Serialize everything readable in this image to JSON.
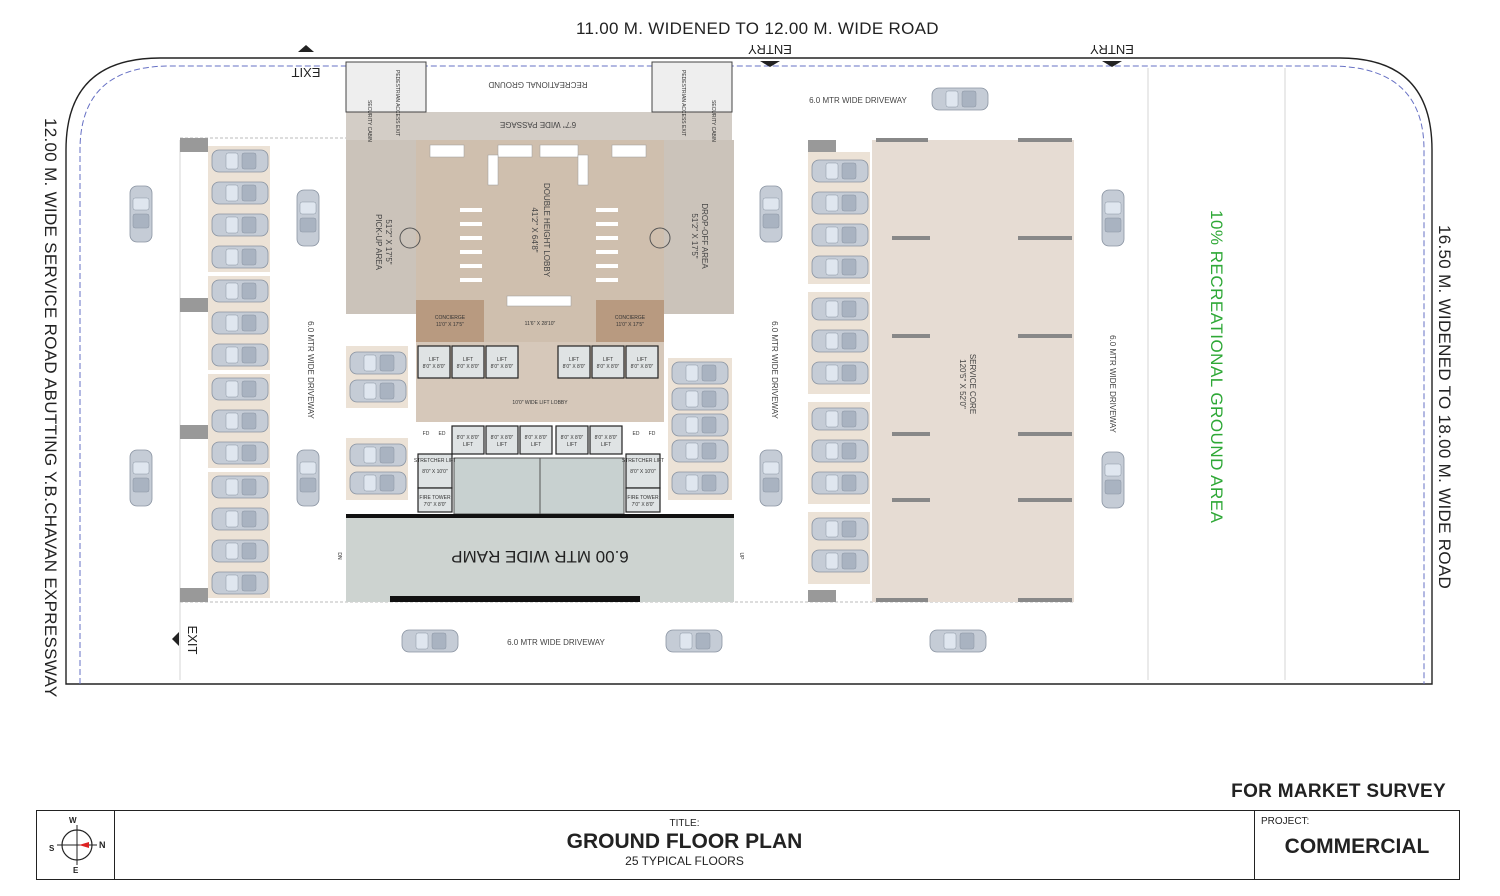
{
  "roads": {
    "top": "11.00 M. WIDENED TO 12.00 M. WIDE ROAD",
    "left": "12.00 M. WIDE SERVICE ROAD ABUTTING Y.B.CHAVAN EXPRESSWAY",
    "right": "16.50 M. WIDENED TO 18.00 M. WIDE ROAD"
  },
  "recreational_label": "10% RECREATIONAL GROUND AREA",
  "entry_label": "ENTRY",
  "exit_label": "EXIT",
  "driveway_label": "6.0 MTR WIDE DRIVEWAY",
  "rooms": {
    "recreational_ground": "RECREATIONAL GROUND",
    "passage": "6'7\" WIDE PASSAGE",
    "lobby_title": "DOUBLE HEIGHT LOBBY",
    "lobby_dim": "41'2\" X 64'8\"",
    "pickup_title": "PICK-UP AREA",
    "pickup_dim": "51'2\" X 17'5\"",
    "dropoff_title": "DROP-OFF AREA",
    "dropoff_dim": "51'2\" X 17'5\"",
    "concierge_title": "CONCIERGE",
    "concierge_dim": "11'0\" X 17'5\"",
    "reception_dim": "11'6\" X 28'10\"",
    "lift": "LIFT",
    "lift_dim": "8'0\" X 8'0\"",
    "lift_lobby": "10'0\" WIDE LIFT LOBBY",
    "fd": "FD",
    "ed": "ED",
    "stretcher_lift": "STRETCHER LIFT",
    "stretcher_dim": "8'0\" X 10'0\"",
    "fire_tower": "FIRE TOWER",
    "fire_dim": "7'0\" X 8'0\"",
    "ramp": "6.00 MTR WIDE RAMP",
    "dn": "DN",
    "up": "UP",
    "service_core": "SERVICE CORE",
    "service_dim": "120'5\" X 52'0\"",
    "security": "SECURITY CABIN",
    "pedestrian": "PEDESTRIAN ACCESS EXIT"
  },
  "survey_note": "FOR MARKET SURVEY",
  "title_block": {
    "compass": {
      "n": "N",
      "s": "S",
      "e": "E",
      "w": "W"
    },
    "title_caption": "TITLE:",
    "title": "GROUND FLOOR PLAN",
    "subtitle": "25 TYPICAL FLOORS",
    "project_caption": "PROJECT:",
    "project": "COMMERCIAL"
  },
  "colors": {
    "parking_bay": "#ece2d6",
    "lobby": "#cfbfae",
    "pickup": "#cbc3ba",
    "ramp": "#cdd3d0",
    "service_core": "#e6dcd3",
    "green_text": "#2ea836",
    "boundary_dash": "#6670c4"
  }
}
